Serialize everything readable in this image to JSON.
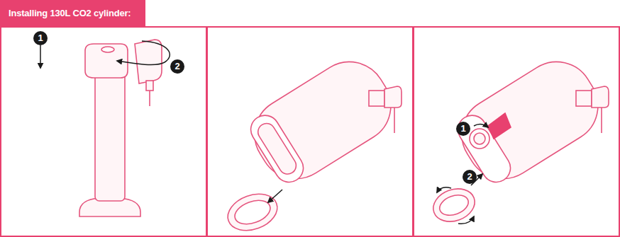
{
  "diagram": {
    "title": "Installing 130L CO2 cylinder:",
    "labels": [
      "1",
      "2",
      "1",
      "2"
    ]
  }
}
